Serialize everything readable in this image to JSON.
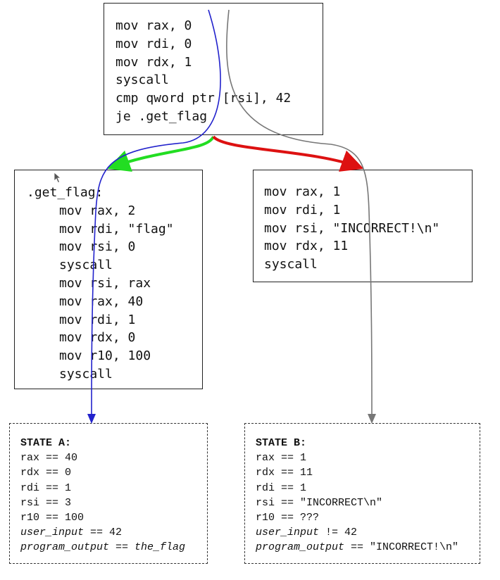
{
  "top_block": {
    "lines": [
      "mov rax, 0",
      "mov rdi, 0",
      "mov rdx, 1",
      "syscall",
      "cmp qword ptr [rsi], 42",
      "je .get_flag"
    ]
  },
  "get_flag_block": {
    "label": ".get_flag:",
    "lines": [
      "mov rax, 2",
      "mov rdi, \"flag\"",
      "mov rsi, 0",
      "syscall",
      "mov rsi, rax",
      "mov rax, 40",
      "mov rdi, 1",
      "mov rdx, 0",
      "mov r10, 100",
      "syscall"
    ]
  },
  "incorrect_block": {
    "lines": [
      "mov rax, 1",
      "mov rdi, 1",
      "mov rsi, \"INCORRECT!\\n\"",
      "mov rdx, 11",
      "syscall"
    ]
  },
  "state_a": {
    "title": "STATE A:",
    "lines": [
      "rax == 40",
      "rdx == 0",
      "rdi == 1",
      "rsi == 3",
      "r10 == 100"
    ],
    "input_var": "user_input",
    "input_rel": " == 42",
    "output_var": "program_output",
    "output_rel": " == ",
    "output_val": "the_flag"
  },
  "state_b": {
    "title": "STATE B:",
    "lines": [
      "rax == 1",
      "rdx == 11",
      "rdi == 1",
      "rsi == \"INCORRECT\\n\"",
      "r10 == ???"
    ],
    "input_var": "user_input",
    "input_rel": " != 42",
    "output_var": "program_output",
    "output_rel": " == \"INCORRECT!\\n\""
  },
  "colors": {
    "true_edge": "#22dd22",
    "false_edge": "#dd1111",
    "path_a": "#2222cc",
    "path_b": "#777777"
  }
}
